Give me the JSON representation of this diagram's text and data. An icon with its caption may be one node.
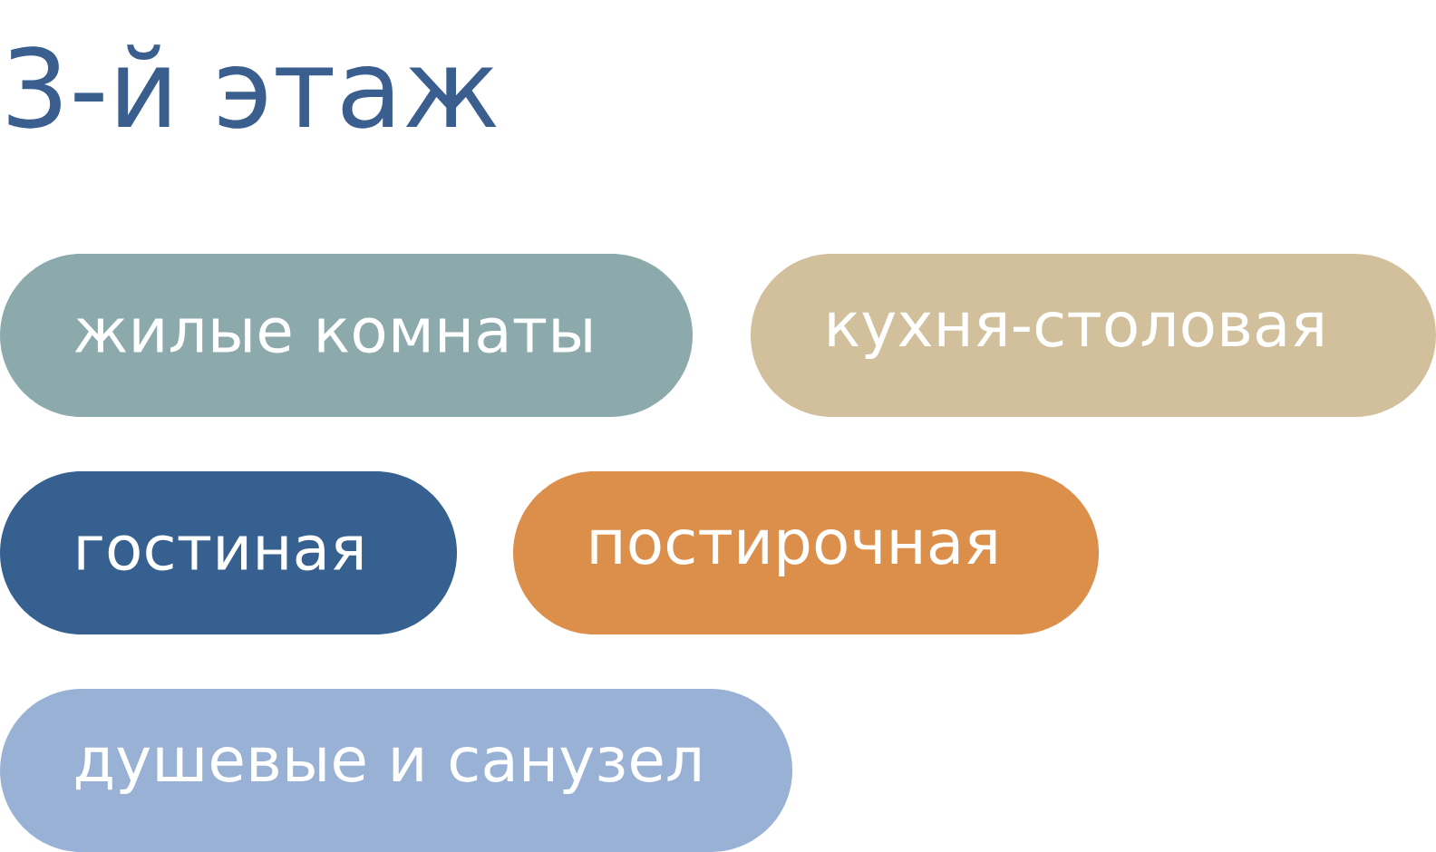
{
  "diagram": {
    "title": "3-й этаж",
    "legend": [
      {
        "text": "жилые комнаты",
        "color": "#8ca9ab"
      },
      {
        "text": "кухня-столовая",
        "color": "#d2c09c"
      },
      {
        "text": "гостиная",
        "color": "#36608f"
      },
      {
        "text": "постирочная",
        "color": "#db8f4b"
      },
      {
        "text": "душевые и санузел",
        "color": "#99b1d5"
      }
    ]
  }
}
